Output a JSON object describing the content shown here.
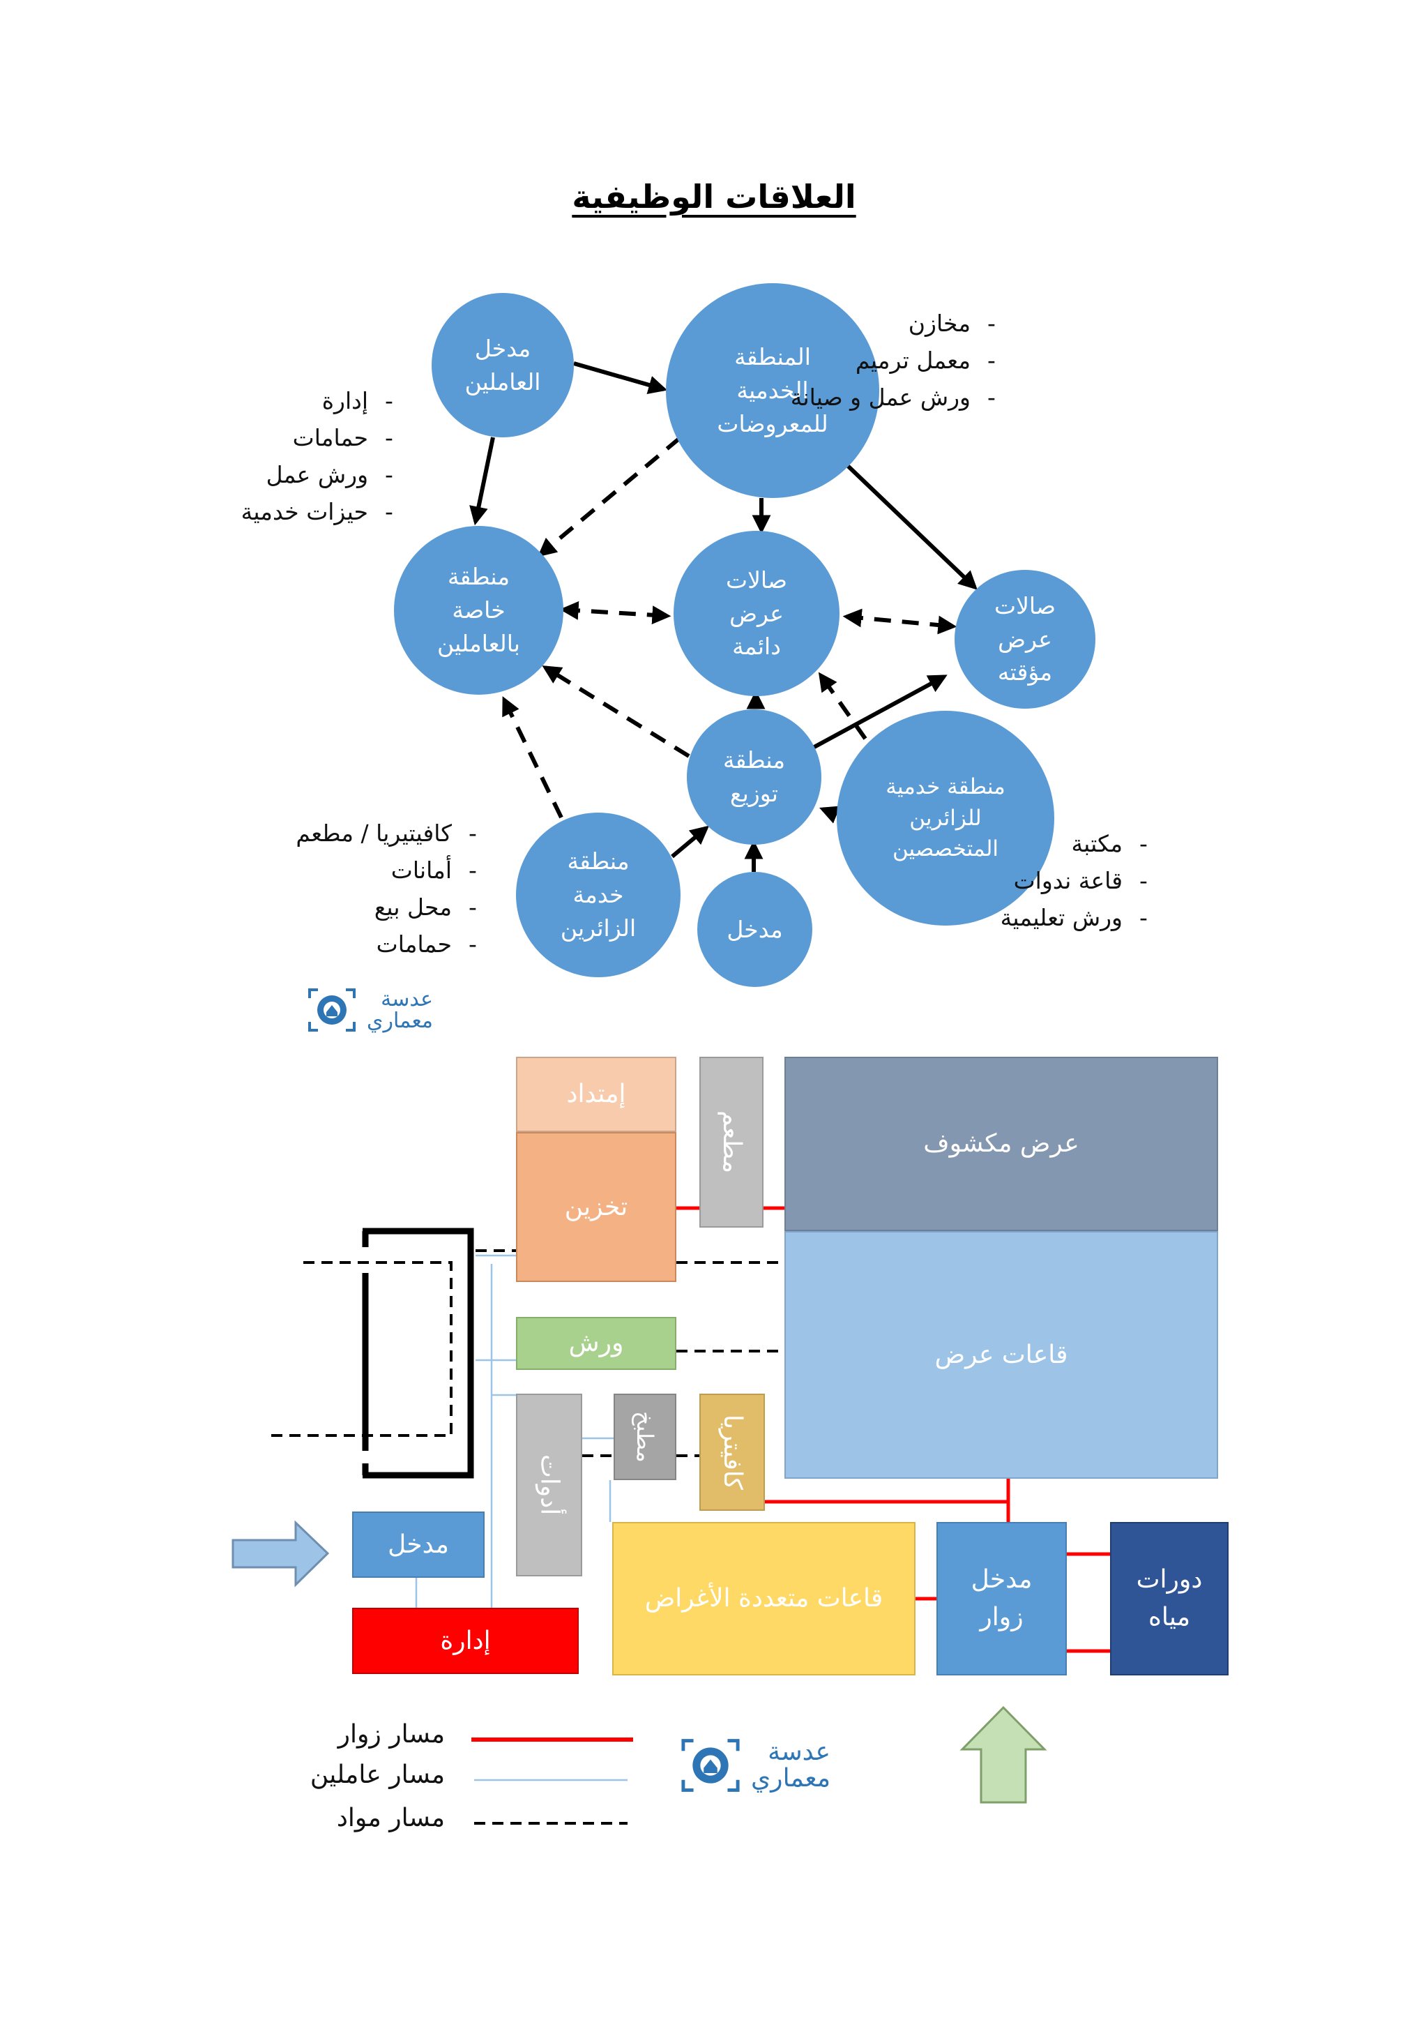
{
  "title": "العلاقات الوظيفية",
  "colors": {
    "node_blue": "#5b9bd5",
    "visitor_path": "#ff0000",
    "staff_path": "#9dc3e6",
    "material_path": "#000000"
  },
  "diagram": {
    "nodes": {
      "staff_entrance": "مدخل\nالعاملين",
      "service_zone": "المنطقة\nالخدمية\nللمعروضات",
      "staff_area": "منطقة\nخاصة\nبالعاملين",
      "permanent_halls": "صالات\nعرض\nدائمة",
      "temporary_halls": "صالات\nعرض\nمؤقته",
      "distribution": "منطقة\nتوزيع",
      "specialists_service": "منطقة خدمية\nللزائرين\nالمتخصصين",
      "visitor_service": "منطقة\nخدمة\nالزائرين",
      "entrance": "مدخل"
    },
    "notes": {
      "service_zone_items": [
        "مخازن",
        "معمل ترميم",
        "ورش عمل و صيانة"
      ],
      "staff_area_items": [
        "إدارة",
        "حمامات",
        "ورش عمل",
        "حيزات خدمية"
      ],
      "visitor_service_items": [
        "كافيتيريا / مطعم",
        "أمانات",
        "محل بيع",
        "حمامات"
      ],
      "specialists_items": [
        "مكتبة",
        "قاعة ندوات",
        "ورش تعليمية"
      ]
    }
  },
  "logo": {
    "line1": "عدسة",
    "line2": "معماري"
  },
  "plan": {
    "extension": "إمتداد",
    "restaurant": "مطعم",
    "storage": "تخزين",
    "open_display": "عرض مكشوف",
    "workshops": "ورش",
    "display_halls": "قاعات عرض",
    "tools": "أدوات",
    "kitchen": "مطبخ",
    "cafeteria": "كافيتريا",
    "entrance": "مدخل",
    "multipurpose": "قاعات متعددة الأغراض",
    "visitor_entrance": "مدخل\nزوار",
    "toilets": "دورات\nمياه",
    "administration": "إدارة",
    "colors": {
      "extension": "#f8cbad",
      "storage": "#f4b183",
      "grey": "#bfbfbf",
      "kitchen": "#a5a5a5",
      "open_display": "#8497b0",
      "display_halls": "#9dc3e6",
      "workshops": "#a9d18e",
      "cafeteria": "#e2bd69",
      "multipurpose": "#ffd966",
      "entrance": "#5b9bd5",
      "toilets": "#2f5597",
      "administration": "#ff0000"
    }
  },
  "legend": {
    "visitor_path": "مسار زوار",
    "staff_path": "مسار عاملين",
    "material_path": "مسار مواد"
  }
}
